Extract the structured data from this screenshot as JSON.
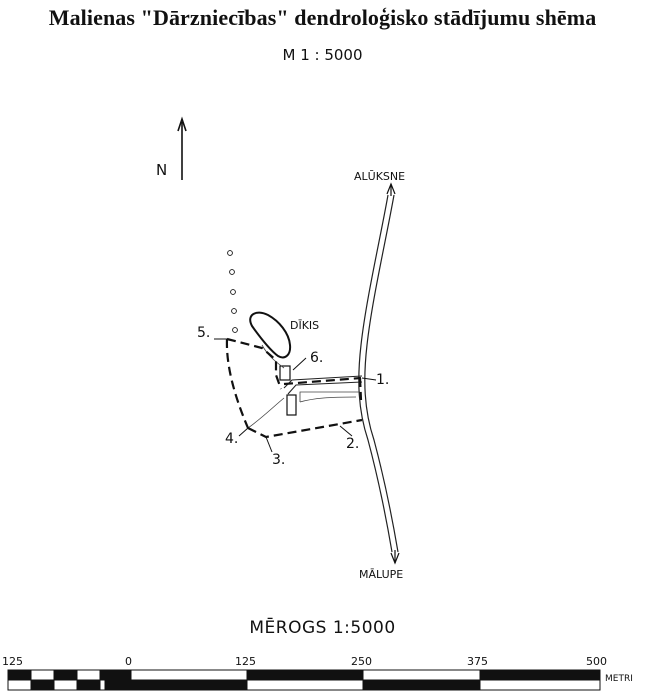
{
  "title": "Malienas \"Dārzniecības\" dendroloģisko stādījumu shēma",
  "scale_label": "M 1 : 5000",
  "north_label": "N",
  "road": {
    "north_destination": "ALŪKSNE",
    "south_destination": "MĀLUPE"
  },
  "pond_label": "DĪKIS",
  "points": [
    "1.",
    "2.",
    "3.",
    "4.",
    "5.",
    "6."
  ],
  "scale_bar": {
    "caption": "MĒROGS  1:5000",
    "ticks": [
      "125",
      "0",
      "125",
      "250",
      "375",
      "500"
    ],
    "unit": "METRI"
  }
}
